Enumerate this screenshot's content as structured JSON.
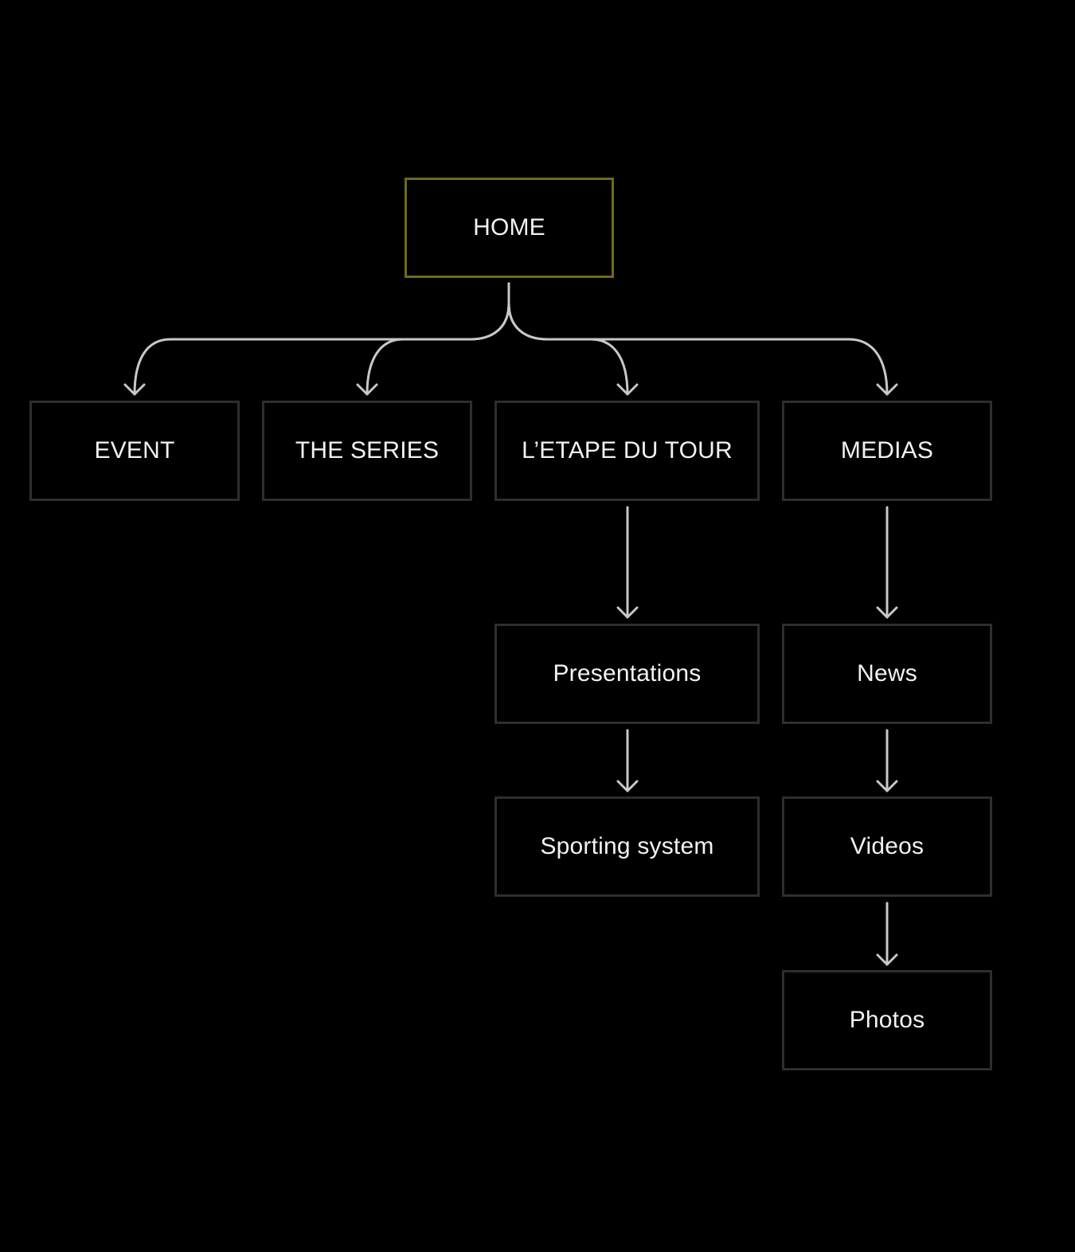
{
  "diagram": {
    "nodes": {
      "home": "HOME",
      "event": "EVENT",
      "the_series": "THE SERIES",
      "letape_du_tour": "L’ETAPE DU TOUR",
      "medias": "MEDIAS",
      "presentations": "Presentations",
      "sporting_system": "Sporting system",
      "news": "News",
      "videos": "Videos",
      "photos": "Photos"
    },
    "edges": [
      [
        "HOME",
        "EVENT"
      ],
      [
        "HOME",
        "THE SERIES"
      ],
      [
        "HOME",
        "L’ETAPE DU TOUR"
      ],
      [
        "HOME",
        "MEDIAS"
      ],
      [
        "L’ETAPE DU TOUR",
        "Presentations"
      ],
      [
        "Presentations",
        "Sporting system"
      ],
      [
        "MEDIAS",
        "News"
      ],
      [
        "News",
        "Videos"
      ],
      [
        "Videos",
        "Photos"
      ]
    ],
    "colors": {
      "background": "#000000",
      "node_border": "#2e2e2e",
      "root_border": "#6e6a1a",
      "connector": "#c8c8c8",
      "text": "#f2f2f2"
    }
  }
}
